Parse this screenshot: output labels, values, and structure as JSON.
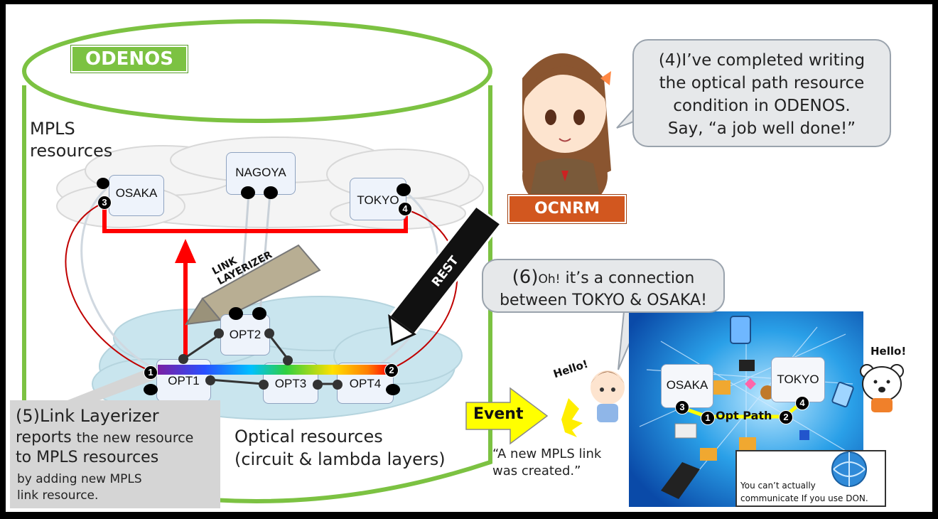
{
  "colors": {
    "odenos_green": "#7cc242",
    "mpls_link_red": "#ff0000",
    "ocnrm_orange": "#d2571f",
    "event_yellow": "#ffff00",
    "dark_red_arc": "#c00000"
  },
  "odenos": {
    "title": "ODENOS"
  },
  "mpls": {
    "label_line1": "MPLS",
    "label_line2": "resources",
    "nodes": {
      "osaka": "OSAKA",
      "nagoya": "NAGOYA",
      "tokyo": "TOKYO"
    },
    "port_badges": {
      "osaka": "3",
      "tokyo": "4"
    }
  },
  "layerizer": {
    "label_line1": "LINK",
    "label_line2": "LAYERIZER"
  },
  "rest": {
    "label": "REST"
  },
  "optical": {
    "nodes": {
      "opt1": "OPT1",
      "opt2": "OPT2",
      "opt3": "OPT3",
      "opt4": "OPT4"
    },
    "port_badges": {
      "opt1": "1",
      "opt4": "2"
    },
    "label_line1": "Optical resources",
    "label_line2": "(circuit & lambda layers)"
  },
  "note5": {
    "line1": "(5)Link Layerizer",
    "line2_a": "reports ",
    "line2_b": "the new resource",
    "line3": "to MPLS resources",
    "line4": "by adding new MPLS",
    "line5": "link resource."
  },
  "ocnrm": {
    "tag": "OCNRM",
    "bubble_line1": "(4)I’ve completed writing",
    "bubble_line2": "the optical path resource",
    "bubble_line3": "condition in ODENOS.",
    "bubble_line4": "Say, “a job well done!”"
  },
  "bubble6": {
    "prefix": "(6)",
    "oh": "Oh!",
    "rest": " it’s a connection",
    "line2": "between TOKYO & OSAKA!"
  },
  "event": {
    "label": "Event",
    "quote_line1": "“A new MPLS link",
    "quote_line2": "was created.”"
  },
  "hello_left": "Hello!",
  "hello_right": "Hello!",
  "don_panel": {
    "osaka": "OSAKA",
    "tokyo": "TOKYO",
    "opt_path": "Opt Path",
    "badges": [
      "3",
      "1",
      "2",
      "4"
    ],
    "note_line1": "You can’t actually",
    "note_line2": "communicate  If you use DON."
  }
}
